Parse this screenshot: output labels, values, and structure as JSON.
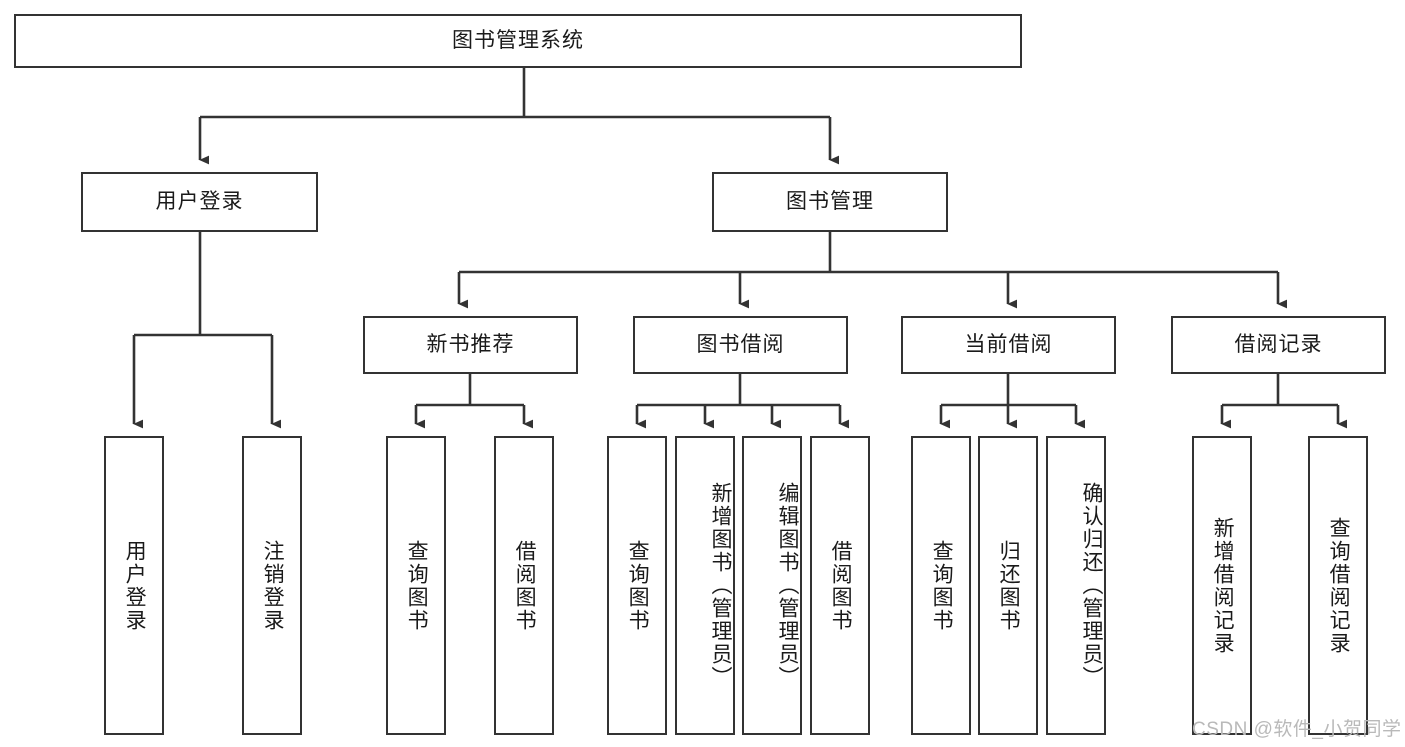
{
  "diagram": {
    "title": "图书管理系统",
    "type": "tree",
    "watermark": "CSDN @软件_小贺同学",
    "colors": {
      "box_border": "#333333",
      "box_fill": "#ffffff",
      "connector": "#333333",
      "text": "#1a1a1a",
      "watermark": "#b9b9b9",
      "background": "#ffffff"
    },
    "levels": {
      "root": {
        "label": "图书管理系统"
      },
      "level2": [
        {
          "id": "user-login",
          "label": "用户登录"
        },
        {
          "id": "book-management",
          "label": "图书管理"
        }
      ],
      "level3": [
        {
          "id": "new-book-recommend",
          "label": "新书推荐",
          "parent": "book-management"
        },
        {
          "id": "book-borrow",
          "label": "图书借阅",
          "parent": "book-management"
        },
        {
          "id": "current-borrow",
          "label": "当前借阅",
          "parent": "book-management"
        },
        {
          "id": "borrow-record",
          "label": "借阅记录",
          "parent": "book-management"
        }
      ],
      "leaves": [
        {
          "id": "leaf-user-login",
          "label": "用户登录",
          "parent": "user-login"
        },
        {
          "id": "leaf-logout-login",
          "label": "注销登录",
          "parent": "user-login"
        },
        {
          "id": "leaf-query-book-1",
          "label": "查询图书",
          "parent": "new-book-recommend"
        },
        {
          "id": "leaf-borrow-book-1",
          "label": "借阅图书",
          "parent": "new-book-recommend"
        },
        {
          "id": "leaf-query-book-2",
          "label": "查询图书",
          "parent": "book-borrow"
        },
        {
          "id": "leaf-add-book",
          "label": "新增图书（管理员）",
          "parent": "book-borrow"
        },
        {
          "id": "leaf-edit-book",
          "label": "编辑图书（管理员）",
          "parent": "book-borrow"
        },
        {
          "id": "leaf-borrow-book-2",
          "label": "借阅图书",
          "parent": "book-borrow"
        },
        {
          "id": "leaf-query-book-3",
          "label": "查询图书",
          "parent": "current-borrow"
        },
        {
          "id": "leaf-return-book",
          "label": "归还图书",
          "parent": "current-borrow"
        },
        {
          "id": "leaf-confirm-return",
          "label": "确认归还（管理员）",
          "parent": "current-borrow"
        },
        {
          "id": "leaf-add-record",
          "label": "新增借阅记录",
          "parent": "borrow-record"
        },
        {
          "id": "leaf-query-record",
          "label": "查询借阅记录",
          "parent": "borrow-record"
        }
      ]
    }
  }
}
